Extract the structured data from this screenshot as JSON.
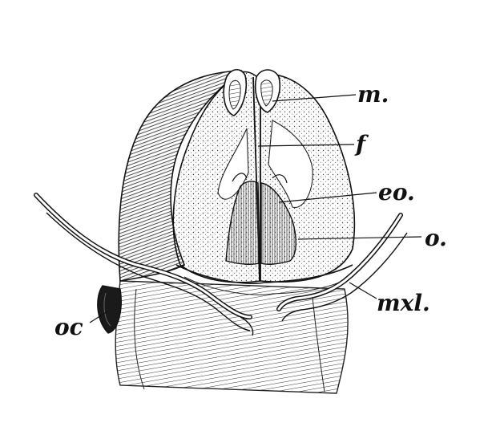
{
  "labels": {
    "m": "m.",
    "f": "f",
    "eo": "eo.",
    "o": "o.",
    "mxl": "mxl.",
    "oc": "oc"
  },
  "colors": {
    "ink": "#111111",
    "paper": "#ffffff",
    "shade": "#6a6a6a"
  }
}
